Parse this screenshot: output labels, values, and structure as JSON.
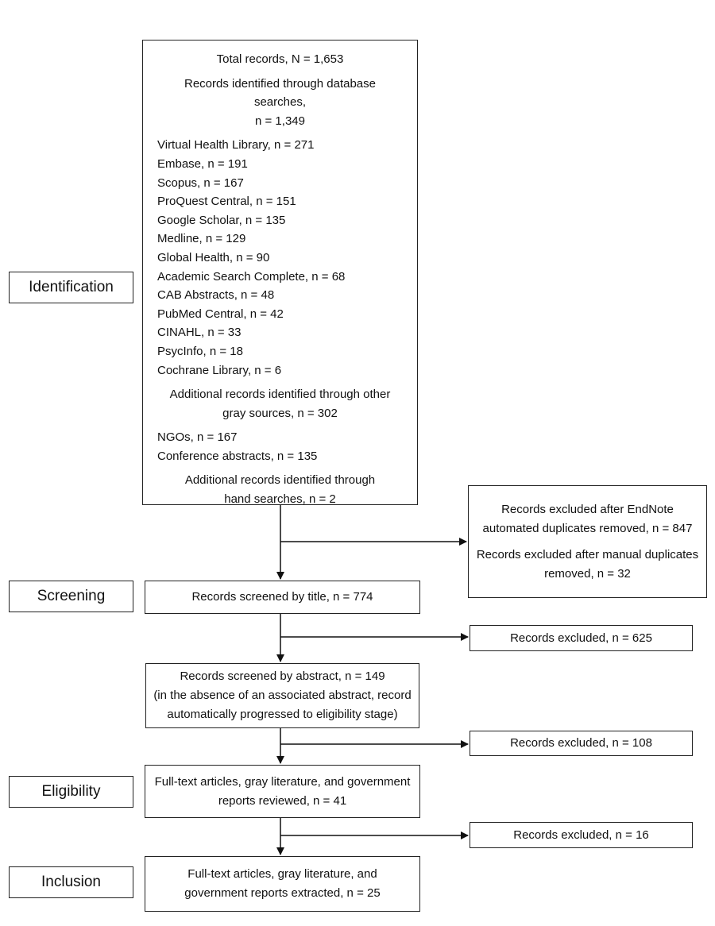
{
  "stages": {
    "identification": "Identification",
    "screening": "Screening",
    "eligibility": "Eligibility",
    "inclusion": "Inclusion"
  },
  "identification_box": {
    "total": "Total records, N = 1,653",
    "db_heading_1": "Records identified through database searches,",
    "db_heading_2": "n = 1,349",
    "databases": [
      "Virtual Health Library, n = 271",
      "Embase, n = 191",
      "Scopus, n = 167",
      "ProQuest Central, n = 151",
      "Google Scholar, n = 135",
      "Medline, n = 129",
      "Global Health, n = 90",
      "Academic Search Complete, n = 68",
      "CAB Abstracts, n = 48",
      "PubMed Central, n = 42",
      "CINAHL, n = 33",
      "PsycInfo, n = 18",
      "Cochrane Library, n = 6"
    ],
    "gray_heading_1": "Additional records identified through other",
    "gray_heading_2": "gray sources, n = 302",
    "gray_sources": [
      "NGOs, n = 167",
      "Conference abstracts, n = 135"
    ],
    "hand_heading_1": "Additional records identified through",
    "hand_heading_2": "hand searches, n = 2"
  },
  "duplicates_box": {
    "line1": "Records excluded after EndNote",
    "line2": "automated duplicates removed, n = 847",
    "line3": "Records excluded after manual duplicates",
    "line4": "removed, n = 32"
  },
  "title_screen": "Records screened by title, n = 774",
  "excluded_title": "Records excluded, n = 625",
  "abstract_screen": {
    "line1": "Records screened by abstract, n = 149",
    "line2": "(in the absence of an associated abstract, record",
    "line3": "automatically progressed to eligibility stage)"
  },
  "excluded_abstract": "Records excluded, n = 108",
  "fulltext_review": {
    "line1": "Full-text articles, gray literature, and government",
    "line2": "reports reviewed, n = 41"
  },
  "excluded_fulltext": "Records excluded, n = 16",
  "extracted": {
    "line1": "Full-text articles, gray literature, and",
    "line2": "government reports extracted, n = 25"
  }
}
